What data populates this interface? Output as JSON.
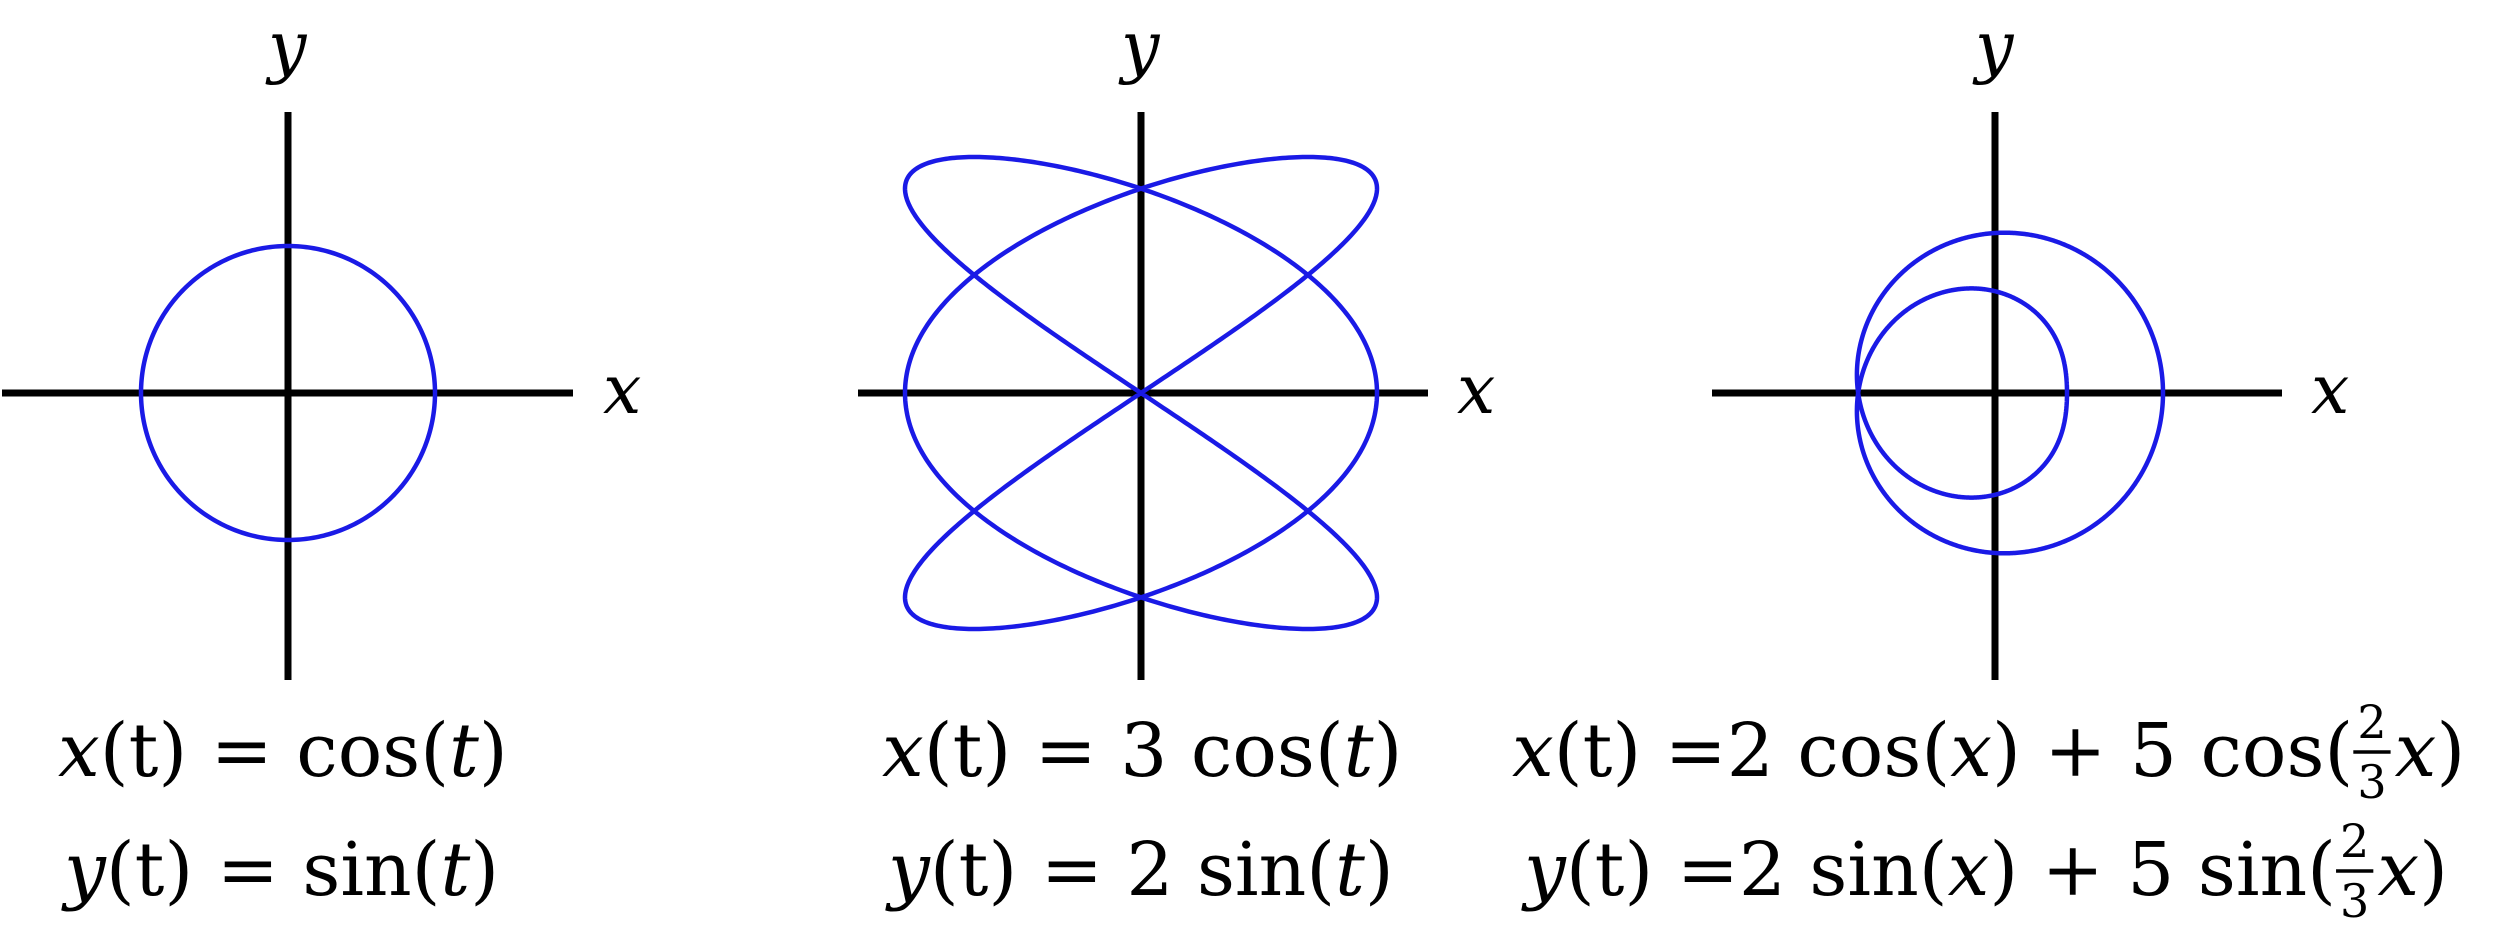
{
  "panels": [
    {
      "id": "circle",
      "axis_labels": {
        "x": "x",
        "y": "y"
      },
      "equations": {
        "x": {
          "lhs_var": "x",
          "lhs_arg": "(t)",
          "eq": "=",
          "rhs": "cos(t)",
          "rhs_parts": [
            {
              "text": "cos(",
              "italic": false
            },
            {
              "text": "t",
              "italic": true
            },
            {
              "text": ")",
              "italic": false
            }
          ]
        },
        "y": {
          "lhs_var": "y",
          "lhs_arg": "(t)",
          "eq": "=",
          "rhs": "sin(t)",
          "rhs_parts": [
            {
              "text": "sin(",
              "italic": false
            },
            {
              "text": "t",
              "italic": true
            },
            {
              "text": ")",
              "italic": false
            }
          ]
        }
      },
      "curve": {
        "a": 1,
        "b": 0,
        "xcoef": 1,
        "ycoef": 1,
        "xfreq": 1,
        "yfreq": 1,
        "t_max_pi": 2
      }
    },
    {
      "id": "lissajous",
      "axis_labels": {
        "x": "x",
        "y": "y"
      },
      "equations": {
        "x": {
          "lhs_var": "x",
          "lhs_arg": "(t)",
          "eq": "=",
          "rhs": "3 cos(t)",
          "rhs_parts": [
            {
              "text": "3 cos(",
              "italic": false
            },
            {
              "text": "t",
              "italic": true
            },
            {
              "text": ")",
              "italic": false
            }
          ]
        },
        "y": {
          "lhs_var": "y",
          "lhs_arg": "(t)",
          "eq": "=",
          "rhs": "2 sin(t)",
          "rhs_parts": [
            {
              "text": "2 sin(",
              "italic": false
            },
            {
              "text": "t",
              "italic": true
            },
            {
              "text": ")",
              "italic": false
            }
          ]
        }
      },
      "curve": {
        "xfreq": 3,
        "yfreq": 2,
        "t_max_pi": 2
      }
    },
    {
      "id": "epitrochoid",
      "axis_labels": {
        "x": "x",
        "y": "y"
      },
      "equations": {
        "x": {
          "lhs_var": "x",
          "lhs_arg": "(t)",
          "eq": "=",
          "rhs": "2 cos(x) + 5 cos(2/3 x)",
          "rhs_parts": [
            {
              "text": "2 cos(",
              "italic": false
            },
            {
              "text": "x",
              "italic": true
            },
            {
              "text": ") + 5 cos(",
              "italic": false
            },
            {
              "frac": [
                "2",
                "3"
              ]
            },
            {
              "text": "x",
              "italic": true
            },
            {
              "text": ")",
              "italic": false
            }
          ]
        },
        "y": {
          "lhs_var": "y",
          "lhs_arg": "(t)",
          "eq": "=",
          "rhs": "2 sin(x) + 5 sin(2/3 x)",
          "rhs_parts": [
            {
              "text": "2 sin(",
              "italic": false
            },
            {
              "text": "x",
              "italic": true
            },
            {
              "text": ") + 5 sin(",
              "italic": false
            },
            {
              "frac": [
                "2",
                "3"
              ]
            },
            {
              "text": "x",
              "italic": true
            },
            {
              "text": ")",
              "italic": false
            }
          ]
        }
      },
      "curve": {
        "c1": 2,
        "c2": 5,
        "ratio": 0.6666667,
        "t_max_pi": 6
      }
    }
  ],
  "colors": {
    "curve": "#1a1ae6",
    "axis": "#000000",
    "background": "#ffffff"
  }
}
